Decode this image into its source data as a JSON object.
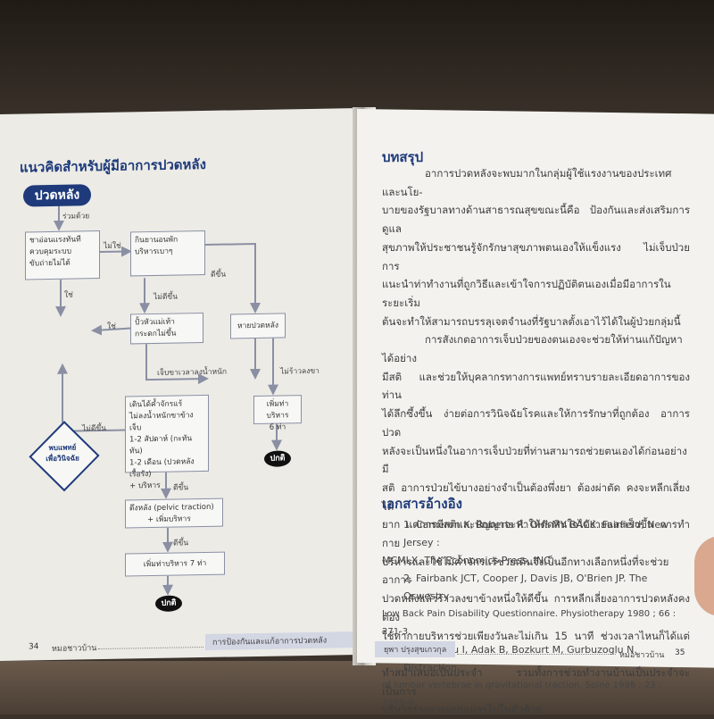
{
  "left_page": {
    "title": "แนวคิดสำหรับผู้มีอาการปวดหลัง",
    "flowchart": {
      "start": "ปวดหลัง",
      "label_combined": "ร่วมด้วย",
      "box1": [
        "ชาอ่อนแรงทันที",
        "ควบคุมระบบ",
        "ขับถ่ายไม่ได้"
      ],
      "label_no1": "ไม่ใช่",
      "box2": [
        "กินยานอนพัก",
        "บริหารเบาๆ"
      ],
      "label_better1": "ดีขึ้น",
      "label_yes1": "ใช่",
      "label_not_better1": "ไม่ดีขึ้น",
      "diamond": [
        "พบแพทย์",
        "เพื่อวินิจฉัย"
      ],
      "label_yes2": "ใช่",
      "box3": [
        "ปั้วหัวแม่เท้า",
        "กระดกไม่ขึ้น"
      ],
      "box_recovered": "หายปวดหลัง",
      "label_long_pain": "เจ็บขาเวลาลงน้ำหนัก",
      "label_no_leg_pain": "ไม่ร้าวลงขา",
      "box4": [
        "เดินได้ค้ำจักรแร้",
        "ไม่ลงน้ำหนักขาข้างเจ็บ",
        "1-2 สัปดาห์ (กะทันทัน)",
        "1-2 เดือน (ปวดหลังเรื้อรัง)",
        "+ บริหาร"
      ],
      "box_exercise6": [
        "เพิ่มท่าบริหาร",
        "6 ท่า"
      ],
      "label_not_better2": "ไม่ดีขึ้น",
      "label_better2": "ดีขึ้น",
      "box5": [
        "ดึงหลัง (pelvic traction)",
        "+ เพิ่มบริหาร"
      ],
      "label_better3": "ดีขึ้น",
      "box6": "เพิ่มท่าบริหาร 7 ท่า",
      "normal1": "ปกติ",
      "normal2": "ปกติ"
    },
    "page_number": "34",
    "running_head_left": "หมอชาวบ้าน",
    "running_head_title": "การป้องกันและแก้อาการปวดหลัง"
  },
  "right_page": {
    "summary_title": "บทสรุป",
    "summary_lines": [
      "อาการปวดหลังจะพบมากในกลุ่มผู้ใช้แรงงานของประเทศ และนโย-",
      "บายของรัฐบาลทางด้านสาธารณสุขขณะนี้คือ ป้องกันและส่งเสริมการดูแล",
      "สุขภาพให้ประชาชนรู้จักรักษาสุขภาพตนเองให้แข็งแรง ไม่เจ็บป่วย การ",
      "แนะนำท่าทำงานที่ถูกวิธีและเข้าใจการปฏิบัติตนเองเมื่อมีอาการในระยะเริ่ม",
      "ต้นจะทำให้สามารถบรรลุเจตจำนงที่รัฐบาลตั้งเอาไว้ได้ในผู้ป่วยกลุ่มนี้",
      "การสังเกตอาการเจ็บป่วยของตนเองจะช่วยให้ท่านแก้ปัญหาได้อย่าง",
      "มีสติ และช่วยให้บุคลากรทางการแพทย์ทราบรายละเอียดอาการของท่าน",
      "ได้ลึกซึ้งขึ้น ง่ายต่อการวินิจฉัยโรคและให้การรักษาที่ถูกต้อง อาการปวด",
      "หลังจะเป็นหนึ่งในอาการเจ็บป่วยที่ท่านสามารถช่วยตนเองได้ก่อนอย่างมี",
      "สติ อาการป่วยไข้บางอย่างจำเป็นต้องพึ่งยา ต้องผ่าตัด คงจะหลีกเลี่ยงได้",
      "ยาก แต่การมีสติและปัญญาจะทำให้ตัดสินใจได้ง่ายและเร็วขึ้น การทำกาย",
      "บริหารและใช้ไม้ค้ำจักรแร้ช่วยเดินจึงเป็นอีกทางเลือกหนึ่งที่จะช่วยอาการ",
      "ปวดหลังแล้วร้าวลงขาข้างหนึ่งให้ดีขึ้น การหลีกเลี่ยงอาการปวดหลังคงต้อง",
      "ใช้ท่ากายบริหารช่วยเพียงวันละไม่เกิน 15 นาที ช่วงเวลาไหนก็ได้แต่ขอให้",
      "ทำสม่ำเสมอเป็นประจำ รวมทั้งการช่วยทำงานบ้านเป็นประจำจะเป็นการ",
      "บริหารร่างกายแบบเบาๆไปในตัวด้วย"
    ],
    "references_title": "เอกสารอ้างอิง",
    "references": [
      "1. Cameron K, Roberts R. OH! MY BACK. Fairfield, New Jersey :",
      "MCMLX, The Economics Press, INC..",
      "2. Fairbank JCT, Cooper J, Davis JB, O'Brien JP. The Oswestry",
      "Low Back Pain Disability Questionnaire. Physiotherapy 1980 ; 66 : 271-3.",
      "3. Tekeoglu I, Adak B, Bozkurt M, Gurbuzoglu N. Distraction",
      "of lumbar vertebrae in gravitational traction. Spine 1998 ; 23 : 1061-4."
    ],
    "author": "ยุพา ปรุงสุขเกวกุล",
    "running_head_right": "หมอชาวบ้าน",
    "page_number": "35"
  },
  "colors": {
    "accent": "#1e3a7a",
    "paper": "#f3f2ee",
    "box_border": "#8a8fa3"
  }
}
